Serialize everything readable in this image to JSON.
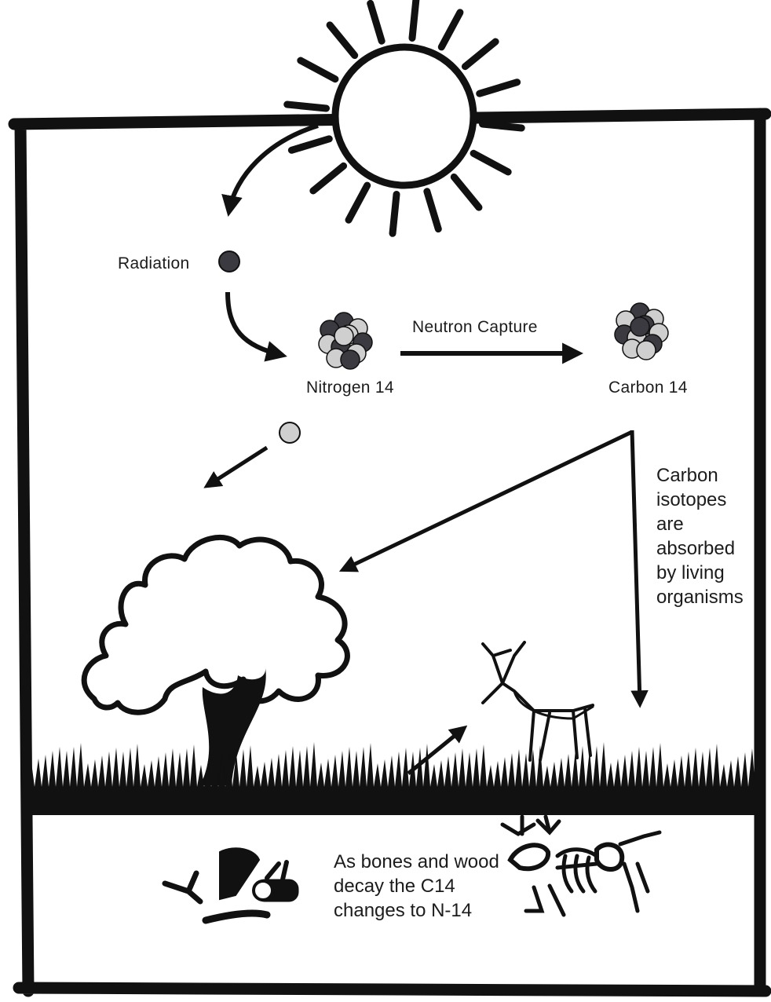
{
  "labels": {
    "radiation": "Radiation",
    "nitrogen": "Nitrogen 14",
    "neutron_capture": "Neutron Capture",
    "carbon": "Carbon 14",
    "absorbed": [
      "Carbon",
      "isotopes",
      "are",
      "absorbed",
      "by living",
      "organisms"
    ],
    "decay": [
      "As bones and wood",
      "decay the C14",
      "changes to N-14"
    ]
  },
  "colors": {
    "ink": "#111111",
    "particle_dark": "#3a3a40",
    "particle_light": "#cfcfcf",
    "background": "#ffffff"
  }
}
